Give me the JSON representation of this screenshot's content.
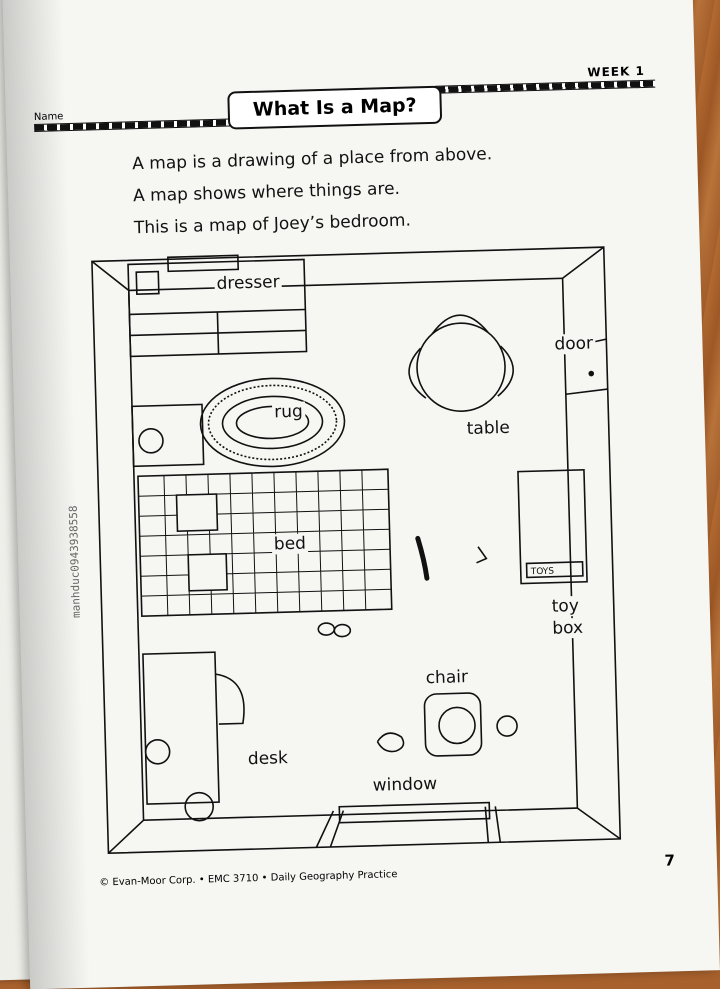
{
  "header": {
    "week": "WEEK 1",
    "name_label": "Name",
    "title": "What Is a Map?"
  },
  "intro": [
    "A map is a drawing of a place from above.",
    "A map shows where things are.",
    "This is a map of Joey’s bedroom."
  ],
  "labels": {
    "dresser": "dresser",
    "rug": "rug",
    "table": "table",
    "door": "door",
    "bed": "bed",
    "toy": "toy",
    "box": "box",
    "chair": "chair",
    "desk": "desk",
    "window": "window",
    "toys_sign": "TOYS"
  },
  "footer": {
    "text": "© Evan-Moor Corp. • EMC 3710 • Daily Geography Practice",
    "page_number": "7"
  },
  "watermark": "manhduc0943938558"
}
